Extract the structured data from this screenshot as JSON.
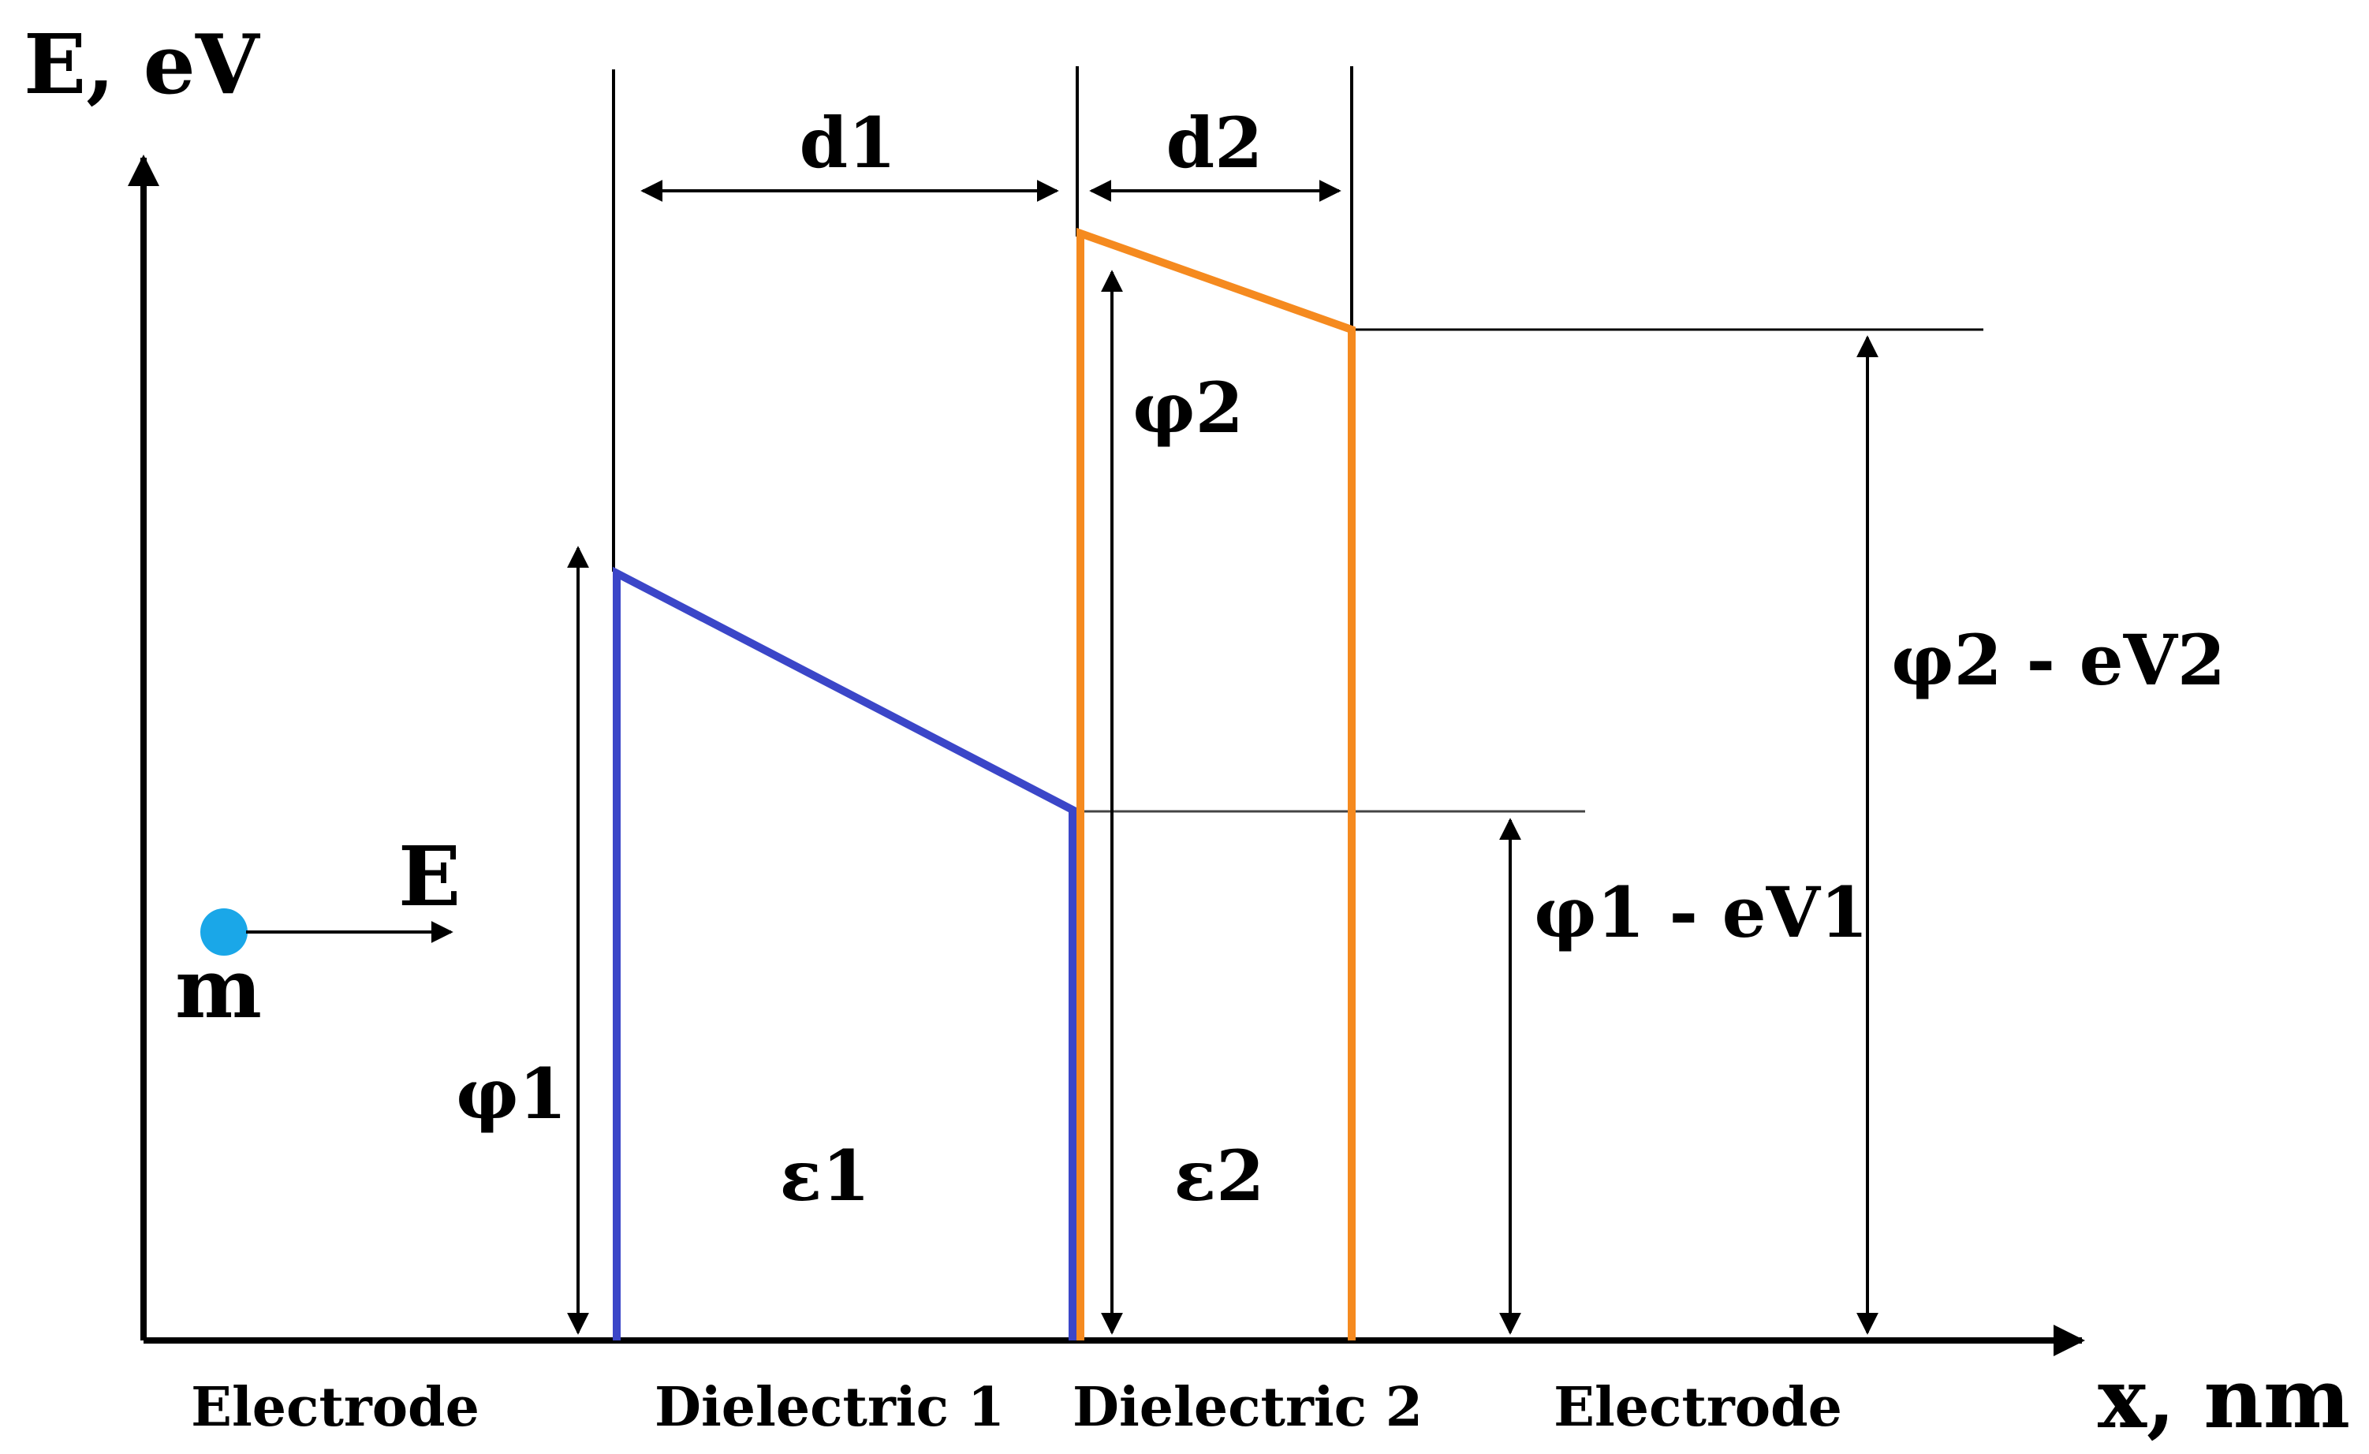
{
  "axes": {
    "y_label": "E, eV",
    "x_label": "x, nm"
  },
  "dimensions": {
    "d1": "d1",
    "d2": "d2"
  },
  "heights": {
    "phi1": "φ1",
    "phi2": "φ2",
    "phi1_minus_eV1": "φ1 - eV1",
    "phi2_minus_eV2": "φ2 - eV2"
  },
  "particle": {
    "mass_label": "m",
    "energy_label": "E",
    "color": "#1aa7e8"
  },
  "permittivity": {
    "eps1": "ε1",
    "eps2": "ε2"
  },
  "regions": [
    "Electrode",
    "Dielectric 1",
    "Dielectric 2",
    "Electrode"
  ],
  "colors": {
    "dielectric1": "#3b46c8",
    "dielectric2": "#f58a1f",
    "lines": "#000000"
  }
}
